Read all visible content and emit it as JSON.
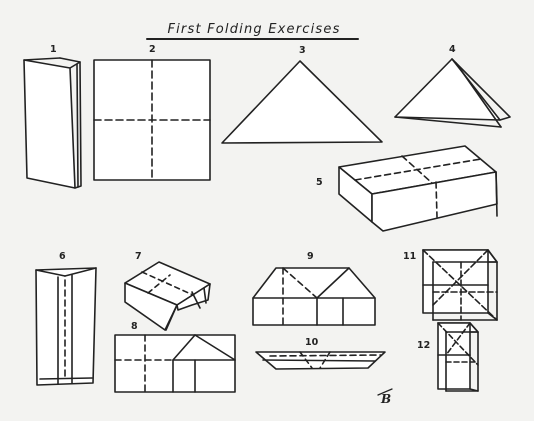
{
  "title": "First Folding Exercises",
  "labels": [
    "1",
    "2",
    "3",
    "4",
    "5",
    "6",
    "7",
    "8",
    "9",
    "10",
    "11",
    "12"
  ],
  "signature": "B",
  "colors": {
    "ink": "#222222",
    "paper": "#f3f3f1",
    "fill": "#ffffff"
  }
}
